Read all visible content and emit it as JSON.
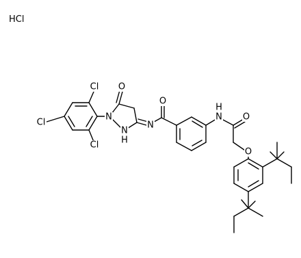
{
  "salt_label": "HCl",
  "atom_labels": {
    "cl_ortho_top": "Cl",
    "cl_para": "Cl",
    "cl_ortho_bottom": "Cl",
    "oxygen_ketone": "O",
    "nitrogen_ring": "N",
    "nitrogen_nh": "N",
    "hydrogen_nh": "H",
    "nitrogen_imine": "N",
    "oxygen_amide_1": "O",
    "nitrogen_amide_2": "N",
    "hydrogen_amide_2": "H",
    "oxygen_amide_2": "O",
    "oxygen_ether": "O"
  },
  "colors": {
    "bond": "#000000",
    "text": "#000000",
    "background": "#ffffff"
  }
}
